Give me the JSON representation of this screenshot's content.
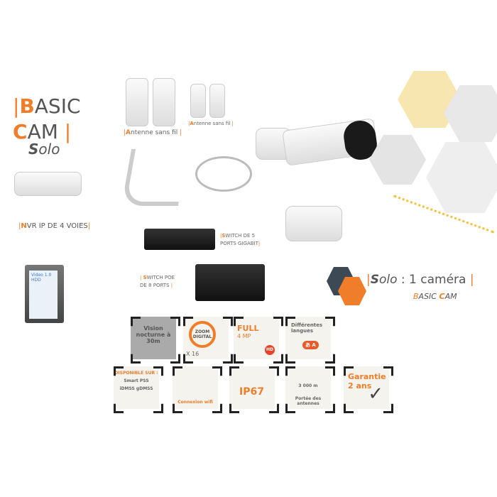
{
  "title": {
    "line1_initial": "B",
    "line1_rest": "ASIC",
    "line2_initial": "C",
    "line2_rest": "AM",
    "line3_initial": "S",
    "line3_rest": "olo"
  },
  "labels": {
    "antenna1": {
      "initial": "A",
      "rest": "ntenne sans fil"
    },
    "antenna2": {
      "initial": "A",
      "rest": "ntenne sans fil"
    },
    "nvr": {
      "initial": "N",
      "rest": "VR IP DE 4 VOIES"
    },
    "switch5": {
      "initial": "S",
      "rest": "WITCH DE 5",
      "line2": "PORTS GIGABIT"
    },
    "switchpoe": {
      "initial": "S",
      "rest": "WITCH POE",
      "line2": "DE 8 PORTS"
    },
    "hdd": "Video 1.0 HDD"
  },
  "badge": {
    "initial": "S",
    "rest": "olo",
    "suffix": " : 1 caméra",
    "sub_b": "B",
    "sub_b_rest": "ASIC ",
    "sub_c": "C",
    "sub_c_rest": "AM"
  },
  "features": [
    {
      "text": "Vision nocturne à 30m"
    },
    {
      "text": "ZOOM DIGITAL",
      "extra": "X 16"
    },
    {
      "text": "FULL",
      "extra": "4 MP",
      "badge": "HD"
    },
    {
      "text": "Différentes langues",
      "extra": "あ A"
    },
    {
      "text": "DISPONIBLE SUR :",
      "extra": "Smart PSS",
      "extra2": "iDMSS gDMSS"
    },
    {
      "text": "Connexion wifi"
    },
    {
      "text": "IP67"
    },
    {
      "text": "3 000 m",
      "extra": "Portée des antennes"
    },
    {
      "text": "Garantie 2 ans"
    }
  ],
  "colors": {
    "accent": "#f07d2a",
    "text": "#555555"
  }
}
